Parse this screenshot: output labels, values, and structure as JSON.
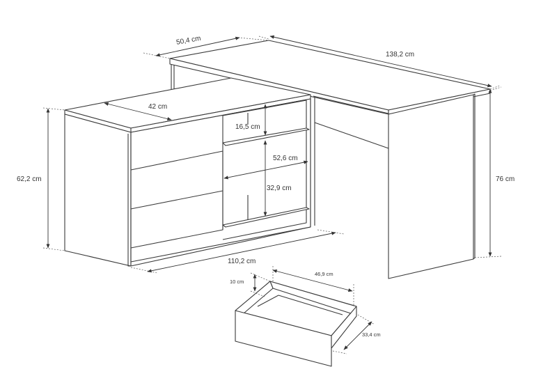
{
  "dimensions": {
    "top_depth": "50,4 cm",
    "top_length": "138,2 cm",
    "cabinet_depth": "42 cm",
    "shelf_gap": "16,5 cm",
    "shelf_width": "52,6 cm",
    "lower_shelf_gap": "32,9 cm",
    "cabinet_height": "62,2 cm",
    "desk_height": "76 cm",
    "cabinet_length": "110,2 cm",
    "drawer_width": "46,9 cm",
    "drawer_height": "10 cm",
    "drawer_depth": "33,4 cm"
  },
  "colors": {
    "line": "#3a3a3a",
    "background": "#ffffff"
  }
}
